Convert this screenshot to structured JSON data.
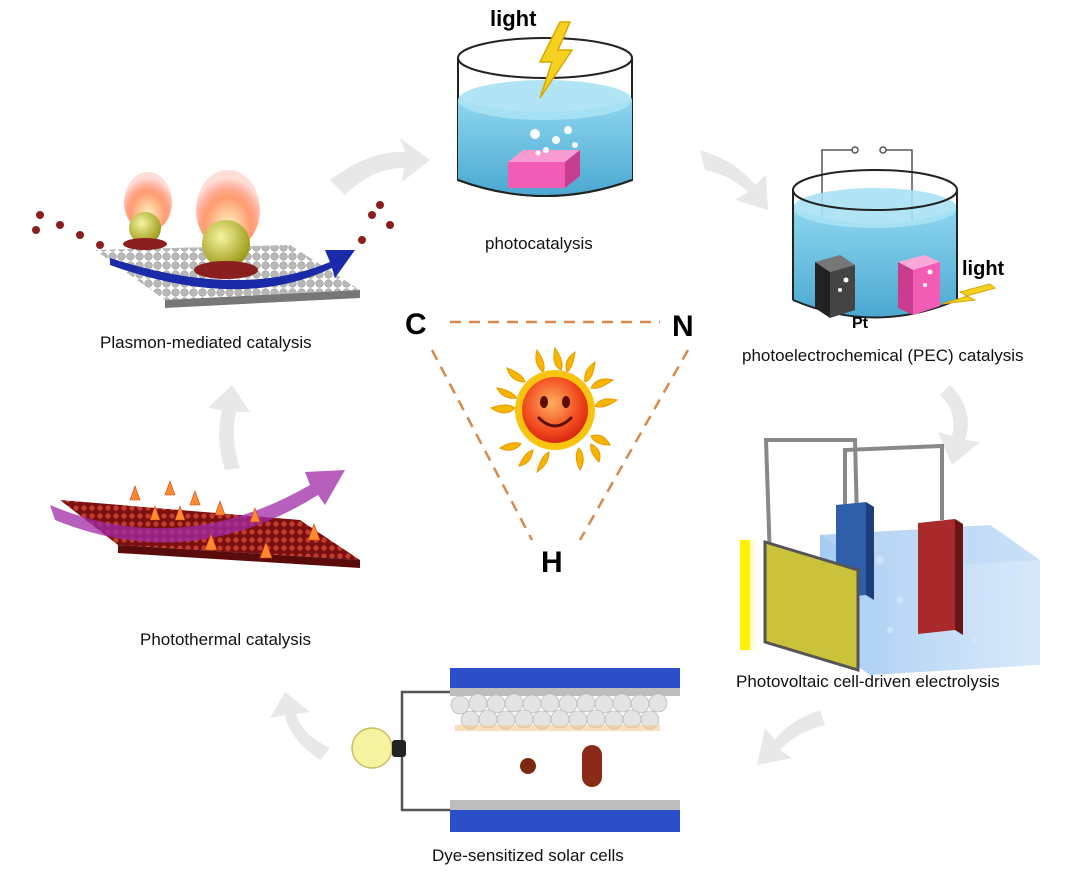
{
  "center": {
    "elements": [
      "C",
      "N",
      "H"
    ],
    "sun_icon": "smiling-sun-icon",
    "line_color": "#d9894a"
  },
  "nodes": [
    {
      "id": "photocatalysis",
      "label": "photocatalysis",
      "tag": "light"
    },
    {
      "id": "pec",
      "label": "photoelectrochemical (PEC) catalysis",
      "tags": [
        "light",
        "Pt"
      ]
    },
    {
      "id": "pv",
      "label": "Photovoltaic cell-driven electrolysis"
    },
    {
      "id": "dssc",
      "label": "Dye-sensitized solar cells"
    },
    {
      "id": "photothermal",
      "label": "Photothermal catalysis"
    },
    {
      "id": "plasmon",
      "label": "Plasmon-mediated catalysis"
    }
  ],
  "colors": {
    "water": "#6ec6e6",
    "pink_block": "#f25cb4",
    "arrow_grey": "#e6e6e6",
    "dark_red": "#8b1e1e",
    "blue_plate": "#2f5fa8",
    "purple_arrow": "#a02aa8",
    "yellow_plate": "#c9c23a",
    "bolt": "#f5d21f"
  }
}
